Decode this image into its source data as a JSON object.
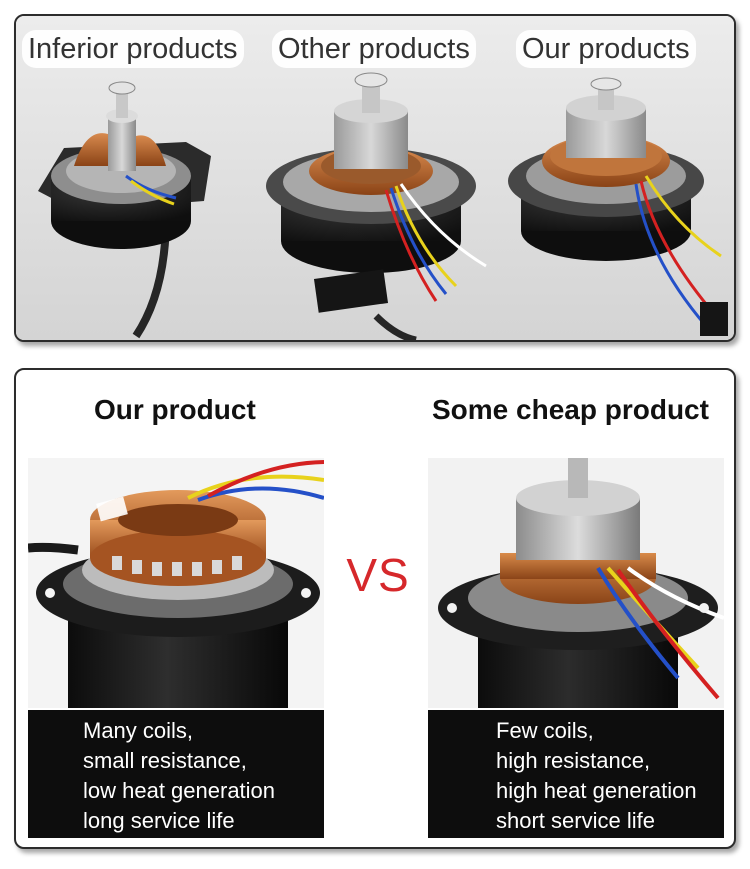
{
  "top_panel": {
    "labels": {
      "inferior": "Inferior products",
      "other": "Other products",
      "ours": "Our products"
    }
  },
  "bottom_panel": {
    "left": {
      "heading": "Our product",
      "description": [
        "Many coils,",
        "small resistance,",
        "low heat generation",
        "long service life"
      ]
    },
    "vs": "VS",
    "right": {
      "heading": "Some cheap product",
      "description": [
        "Few coils,",
        "high resistance,",
        "high heat generation",
        "short service life"
      ]
    }
  },
  "colors": {
    "vs_text": "#d6282b",
    "copper_coil": "#b4622e",
    "motor_body": "#1c1c1c",
    "caption_bg": "#0d0d0d"
  }
}
